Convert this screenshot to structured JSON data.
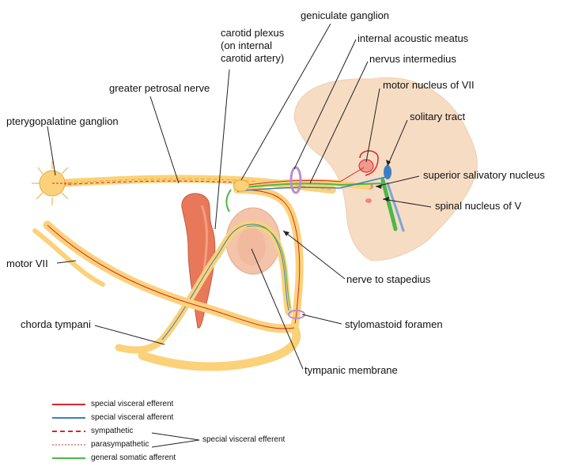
{
  "labels": {
    "geniculate_ganglion": "geniculate ganglion",
    "carotid_plexus": "carotid plexus\n(on internal\ncarotid artery)",
    "internal_acoustic_meatus": "internal acoustic meatus",
    "nervus_intermedius": "nervus intermedius",
    "greater_petrosal_nerve": "greater petrosal nerve",
    "motor_nucleus_vii": "motor nucleus of VII",
    "pterygopalatine_ganglion": "pterygopalatine ganglion",
    "solitary_tract": "solitary tract",
    "superior_salivatory_nucleus": "superior salivatory nucleus",
    "spinal_nucleus_v": "spinal nucleus of V",
    "motor_vii": "motor VII",
    "nerve_to_stapedius": "nerve to stapedius",
    "chorda_tympani": "chorda tympani",
    "stylomastoid_foramen": "stylomastoid foramen",
    "tympanic_membrane": "tympanic membrane"
  },
  "legend": {
    "special_visceral_efferent": "special visceral efferent",
    "special_visceral_afferent": "special visceral afferent",
    "sympathetic": "sympathetic",
    "parasympathetic": "parasympathetic",
    "bracket_label": "special visceral efferent",
    "general_somatic_afferent": "general somatic afferent"
  },
  "colors": {
    "special_visceral_efferent": "#d8262b",
    "special_visceral_afferent": "#3a7fc4",
    "sympathetic": "#d8262b",
    "parasympathetic": "#d8262b",
    "general_somatic_afferent": "#4cb848",
    "nerve_fill": "#fbd27a",
    "nerve_edge": "#e9a83a",
    "brainstem": "#f7dcc4",
    "artery": "#e8785a"
  }
}
